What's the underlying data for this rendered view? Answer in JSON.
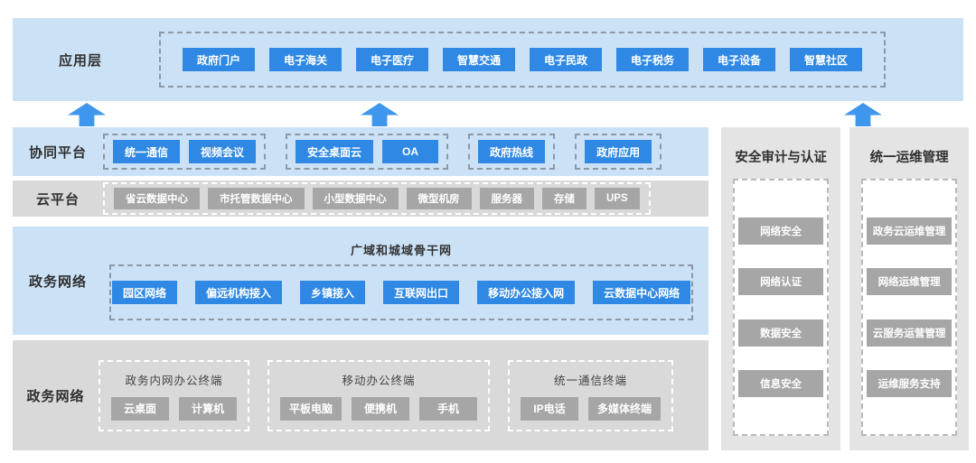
{
  "layers": {
    "application": {
      "label": "应用层",
      "items": [
        "政府门户",
        "电子海关",
        "电子医疗",
        "智慧交通",
        "电子民政",
        "电子税务",
        "电子设备",
        "智慧社区"
      ]
    },
    "collaboration": {
      "label": "协同平台",
      "groups": [
        {
          "items": [
            "统一通信",
            "视频会议"
          ]
        },
        {
          "items": [
            "安全桌面云",
            "OA"
          ]
        },
        {
          "items": [
            "政府热线"
          ]
        },
        {
          "items": [
            "政府应用"
          ]
        }
      ]
    },
    "cloud": {
      "label": "云平台",
      "items": [
        "省云数据中心",
        "市托管数据中心",
        "小型数据中心",
        "微型机房",
        "服务器",
        "存储",
        "UPS"
      ]
    },
    "network": {
      "label": "政务网络",
      "backbone_title": "广域和城域骨干网",
      "items": [
        "园区网络",
        "偏远机构接入",
        "乡镇接入",
        "互联网出口",
        "移动办公接入网",
        "云数据中心网络"
      ]
    },
    "terminals": {
      "label": "政务网络",
      "groups": [
        {
          "title": "政务内网办公终端",
          "items": [
            "云桌面",
            "计算机"
          ]
        },
        {
          "title": "移动办公终端",
          "items": [
            "平板电脑",
            "便携机",
            "手机"
          ]
        },
        {
          "title": "统一通信终端",
          "items": [
            "IP电话",
            "多媒体终端"
          ]
        }
      ]
    }
  },
  "side_columns": [
    {
      "title": "安全审计与认证",
      "items": [
        "网络安全",
        "网络认证",
        "数据安全",
        "信息安全"
      ]
    },
    {
      "title": "统一运维管理",
      "items": [
        "政务云运维管理",
        "网络运维管理",
        "云服务运营管理",
        "运维服务支持"
      ]
    }
  ],
  "colors": {
    "accent_blue": "#2F89E4",
    "arrow_blue": "#3E97EC",
    "light_blue_bg": "#CBE2F6",
    "gray_bg": "#D9D9D9",
    "gray_button": "#A6A6A6",
    "side_column_bg": "#E4E4E4"
  }
}
